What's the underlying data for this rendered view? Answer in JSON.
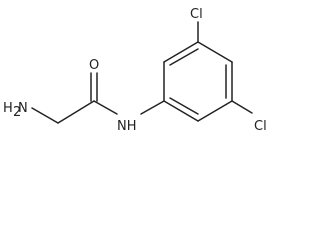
{
  "molecule": {
    "labels": {
      "amine_h": "H",
      "amine_h_sub": "2",
      "amine_n": "N",
      "carbonyl_o": "O",
      "amide_nh": "NH",
      "chlorine_top": "Cl",
      "chlorine_bottom": "Cl"
    },
    "colors": {
      "bond": "#222222",
      "text": "#222222"
    }
  }
}
